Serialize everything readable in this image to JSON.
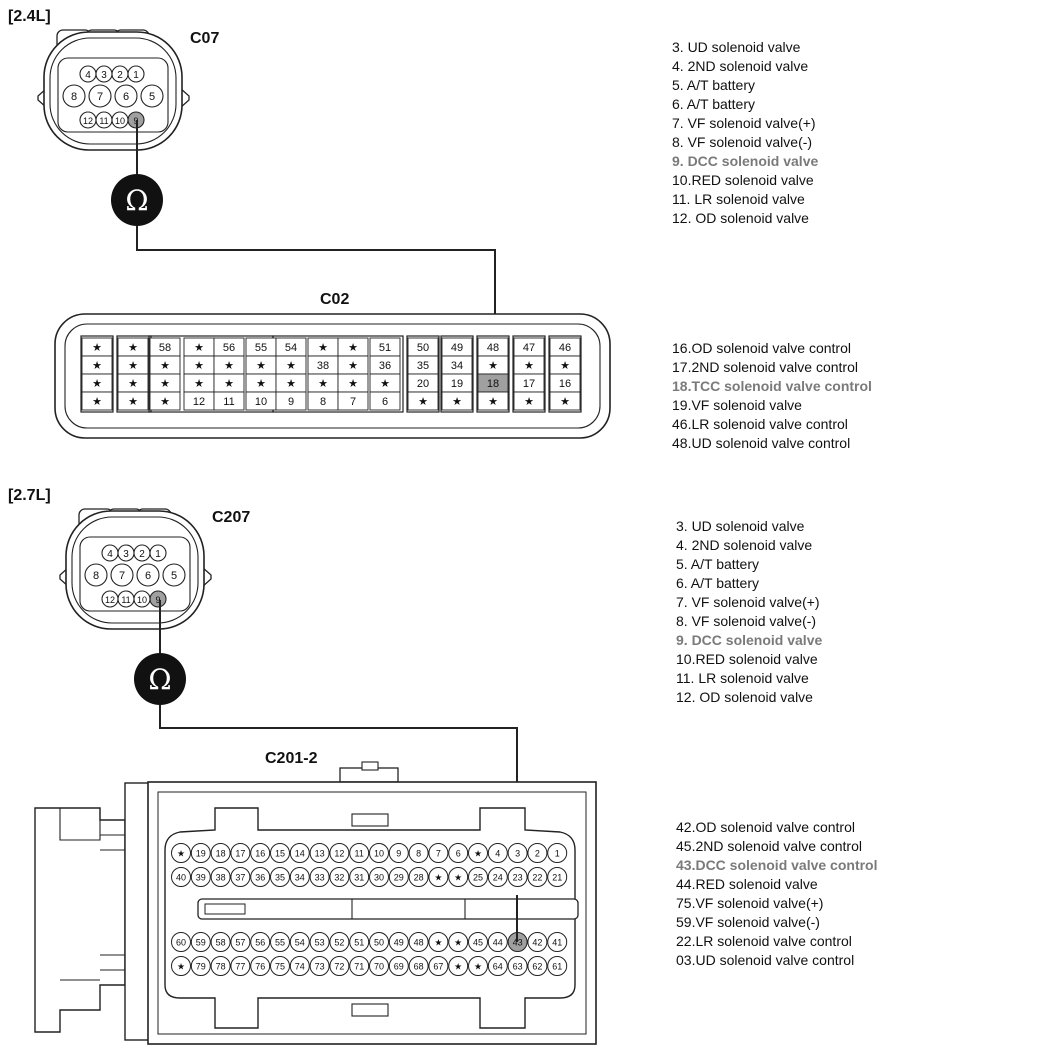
{
  "section_24": {
    "title": "[2.4L]",
    "connector_small": "C07",
    "connector_large": "C02",
    "small_pins": {
      "top": [
        "4",
        "3",
        "2",
        "1"
      ],
      "middle": [
        "8",
        "7",
        "6",
        "5"
      ],
      "bottom": [
        "12",
        "11",
        "10",
        "9"
      ]
    },
    "highlight_pin": "9",
    "large_rows": [
      [
        "★",
        "★",
        "58",
        "★",
        "56",
        "55",
        "54",
        "★",
        "★",
        "51",
        "50",
        "49",
        "48",
        "47",
        "46"
      ],
      [
        "★",
        "★",
        "★",
        "★",
        "★",
        "★",
        "★",
        "38",
        "★",
        "36",
        "35",
        "34",
        "★",
        "★",
        "★"
      ],
      [
        "★",
        "★",
        "★",
        "★",
        "★",
        "★",
        "★",
        "★",
        "★",
        "★",
        "20",
        "19",
        "18",
        "17",
        "16"
      ],
      [
        "★",
        "★",
        "★",
        "12",
        "11",
        "10",
        "9",
        "8",
        "7",
        "6",
        "★",
        "★",
        "★",
        "★",
        "★"
      ]
    ],
    "large_highlight": "18",
    "legend_top": [
      "3. UD solenoid valve",
      "4. 2ND solenoid valve",
      "5. A/T battery",
      "6. A/T battery",
      "7. VF solenoid valve(+)",
      "8. VF solenoid valve(-)",
      "9. DCC solenoid valve",
      "10.RED solenoid valve",
      "11. LR solenoid valve",
      "12. OD solenoid valve"
    ],
    "legend_top_highlight_index": 6,
    "legend_bottom": [
      "16.OD solenoid valve control",
      "17.2ND solenoid valve control",
      "18.TCC solenoid valve control",
      "19.VF solenoid valve",
      "46.LR solenoid valve control",
      "48.UD solenoid valve control"
    ],
    "legend_bottom_highlight_index": 2
  },
  "section_27": {
    "title": "[2.7L]",
    "connector_small": "C207",
    "connector_large": "C201-2",
    "small_pins": {
      "top": [
        "4",
        "3",
        "2",
        "1"
      ],
      "middle": [
        "8",
        "7",
        "6",
        "5"
      ],
      "bottom": [
        "12",
        "11",
        "10",
        "9"
      ]
    },
    "highlight_pin": "9",
    "large_rows": [
      [
        "★",
        "19",
        "18",
        "17",
        "16",
        "15",
        "14",
        "13",
        "12",
        "11",
        "10",
        "9",
        "8",
        "7",
        "6",
        "★",
        "4",
        "3",
        "2",
        "1"
      ],
      [
        "40",
        "39",
        "38",
        "37",
        "36",
        "35",
        "34",
        "33",
        "32",
        "31",
        "30",
        "29",
        "28",
        "★",
        "★",
        "25",
        "24",
        "23",
        "22",
        "21"
      ],
      [
        "60",
        "59",
        "58",
        "57",
        "56",
        "55",
        "54",
        "53",
        "52",
        "51",
        "50",
        "49",
        "48",
        "★",
        "★",
        "45",
        "44",
        "43",
        "42",
        "41"
      ],
      [
        "★",
        "79",
        "78",
        "77",
        "76",
        "75",
        "74",
        "73",
        "72",
        "71",
        "70",
        "69",
        "68",
        "67",
        "★",
        "★",
        "64",
        "63",
        "62",
        "61"
      ]
    ],
    "large_highlight": "43",
    "legend_top": [
      "3. UD solenoid valve",
      "4. 2ND solenoid valve",
      "5. A/T battery",
      "6. A/T battery",
      "7. VF solenoid valve(+)",
      "8. VF solenoid valve(-)",
      "9. DCC solenoid valve",
      "10.RED solenoid valve",
      "11. LR solenoid valve",
      "12. OD solenoid valve"
    ],
    "legend_top_highlight_index": 6,
    "legend_bottom": [
      "42.OD solenoid valve control",
      "45.2ND solenoid valve control",
      "43.DCC solenoid valve control",
      "44.RED solenoid valve",
      "75.VF solenoid valve(+)",
      "59.VF solenoid valve(-)",
      "22.LR solenoid valve control",
      "03.UD solenoid valve control"
    ],
    "legend_bottom_highlight_index": 2
  },
  "meter_symbol": "Ω",
  "colors": {
    "line": "#222222",
    "highlight_fill": "#a0a0a0",
    "highlight_text": "#7a7a7a"
  }
}
